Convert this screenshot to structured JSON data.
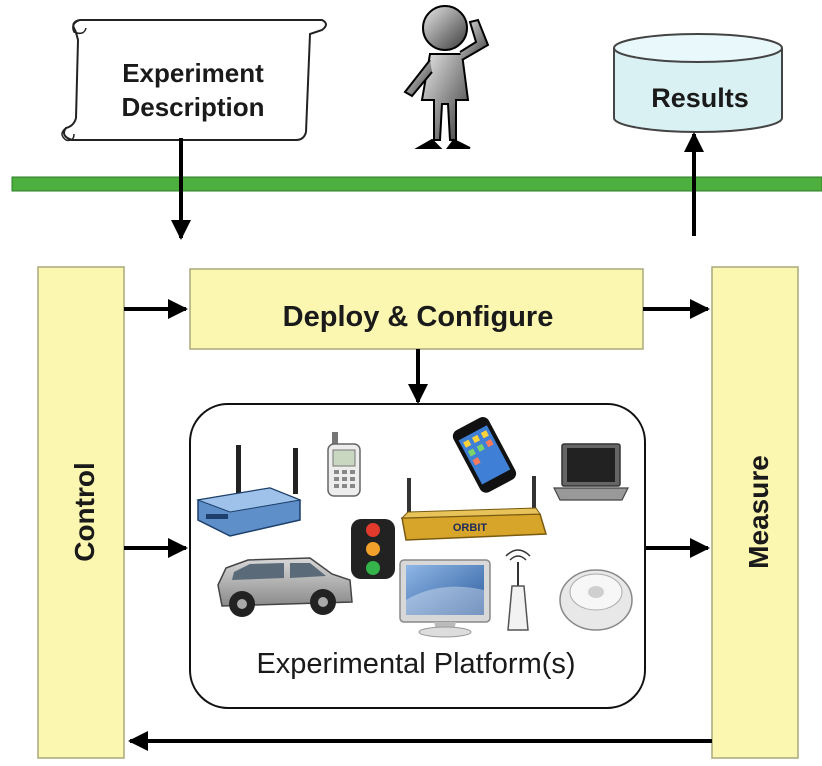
{
  "experiment_description": {
    "line1": "Experiment",
    "line2": "Description"
  },
  "results": {
    "label": "Results"
  },
  "deploy_configure": {
    "label": "Deploy & Configure"
  },
  "control": {
    "label": "Control"
  },
  "measure": {
    "label": "Measure"
  },
  "platform": {
    "label": "Experimental Platform(s)",
    "orbit_text": "ORBIT"
  },
  "colors": {
    "bar_green": "#4caf3e",
    "box_fill": "#fbf6b0",
    "box_stroke": "#a9a87a",
    "results_fill": "#d9f1f3",
    "arrow": "#000000"
  },
  "icons": [
    "user-icon",
    "scroll-icon",
    "database-cylinder-icon",
    "wifi-router-icon",
    "cellphone-icon",
    "smartphone-icon",
    "laptop-icon",
    "traffic-light-icon",
    "orbit-node-icon",
    "car-icon",
    "monitor-icon",
    "sensor-antenna-icon",
    "smoke-detector-icon"
  ]
}
